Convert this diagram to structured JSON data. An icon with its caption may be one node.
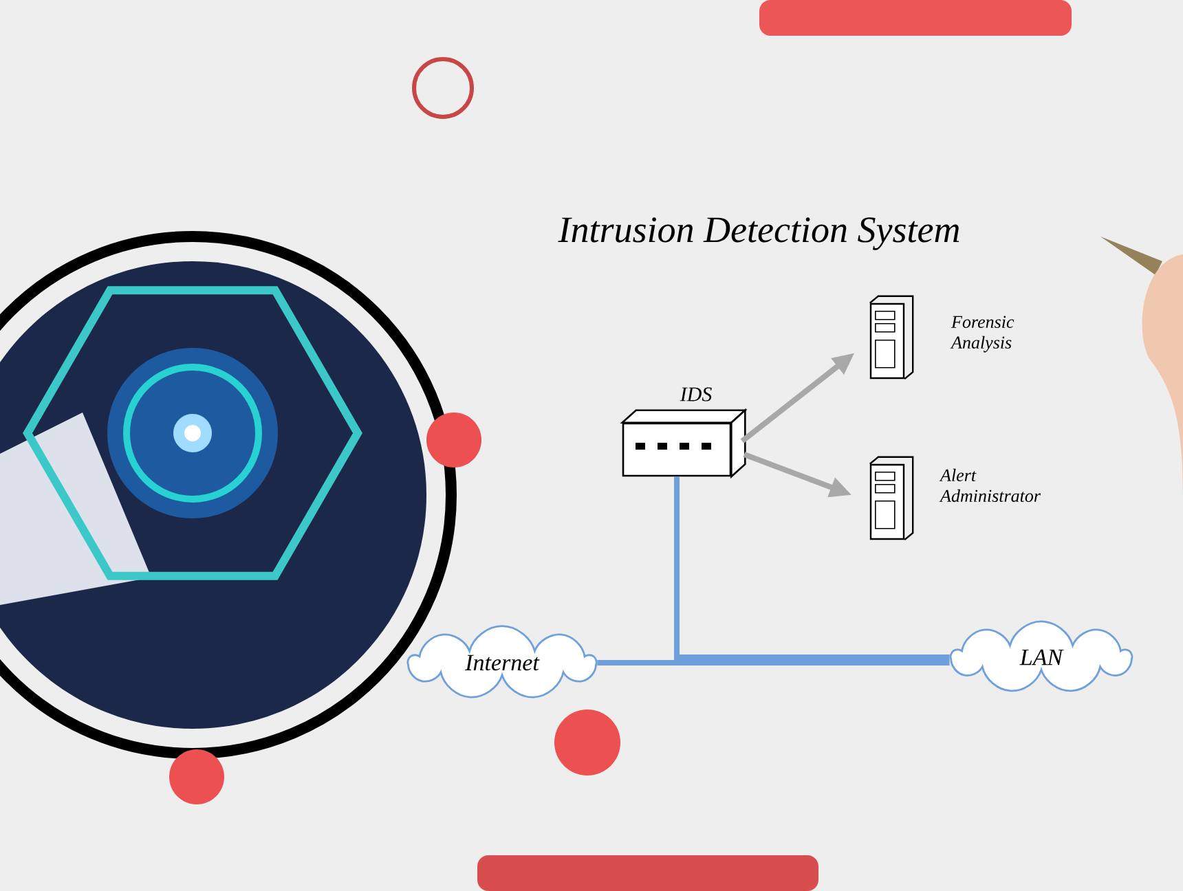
{
  "diagram": {
    "title": "Intrusion Detection System",
    "nodes": [
      {
        "text": [
          "IDS"
        ]
      },
      {
        "text": [
          "Forensic Analysis"
        ]
      },
      {
        "text": [
          "Alert Administrator"
        ]
      },
      {
        "text": [
          "Internet"
        ]
      },
      {
        "text": [
          "LAN"
        ]
      }
    ],
    "edges": [
      {
        "from": 0,
        "to": 1,
        "arrow": "to",
        "color": "#a8a8a8"
      },
      {
        "from": 0,
        "to": 2,
        "arrow": "to",
        "color": "#a8a8a8"
      },
      {
        "from": 0,
        "to": 3,
        "arrow": "none"
      },
      {
        "from": 0,
        "to": 4,
        "arrow": "none"
      },
      {
        "from": 3,
        "to": 4,
        "arrow": "none"
      }
    ]
  }
}
